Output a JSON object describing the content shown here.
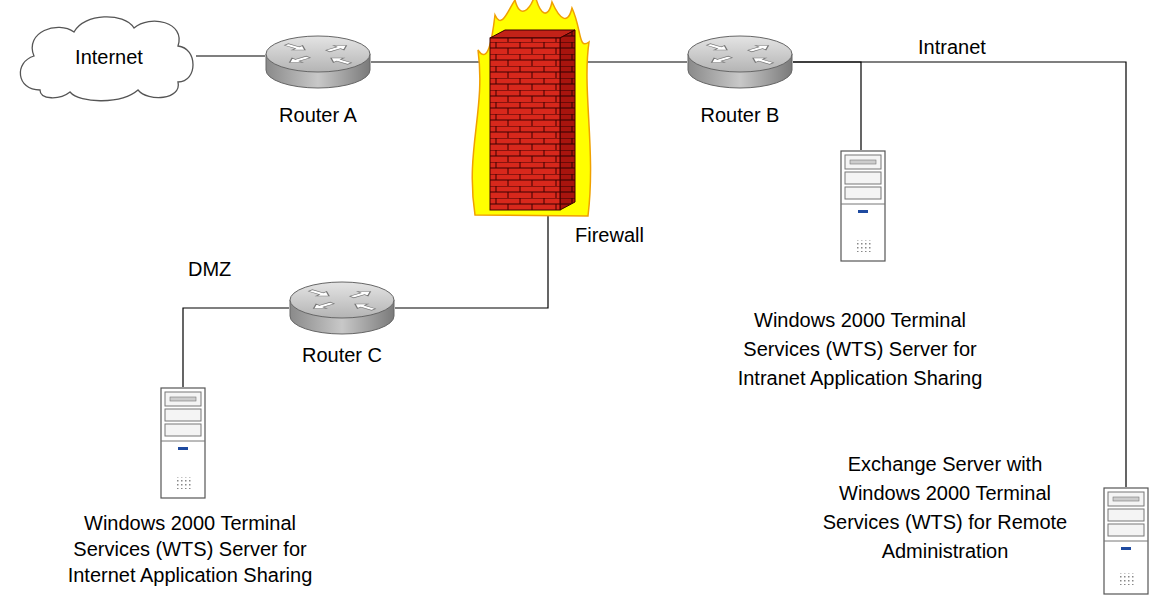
{
  "diagram": {
    "nodes": [
      {
        "text": [
          "Internet"
        ]
      },
      {
        "text": [
          "Router A"
        ]
      },
      {
        "text": [
          "Firewall"
        ]
      },
      {
        "text": [
          "Router B"
        ]
      },
      {
        "text": [
          "Router C"
        ]
      },
      {
        "text": [
          "Windows 2000 Terminal Services (WTS) Server for Intranet Application Sharing"
        ]
      },
      {
        "text": [
          "Windows 2000 Terminal Services (WTS) Server for Internet Application Sharing"
        ]
      },
      {
        "text": [
          "Exchange Server with Windows 2000 Terminal Services (WTS) for Remote Administration"
        ]
      }
    ],
    "edges": [
      {
        "from": 0,
        "to": 1,
        "arrow": "none"
      },
      {
        "from": 1,
        "to": 2,
        "arrow": "none"
      },
      {
        "from": 2,
        "to": 3,
        "arrow": "none"
      },
      {
        "from": 3,
        "to": 5,
        "arrow": "none"
      },
      {
        "from": 3,
        "to": 7,
        "arrow": "none"
      },
      {
        "from": 2,
        "to": 4,
        "arrow": "none"
      },
      {
        "from": 4,
        "to": 6,
        "arrow": "none"
      }
    ],
    "labels": [
      "Intranet",
      "DMZ"
    ]
  }
}
